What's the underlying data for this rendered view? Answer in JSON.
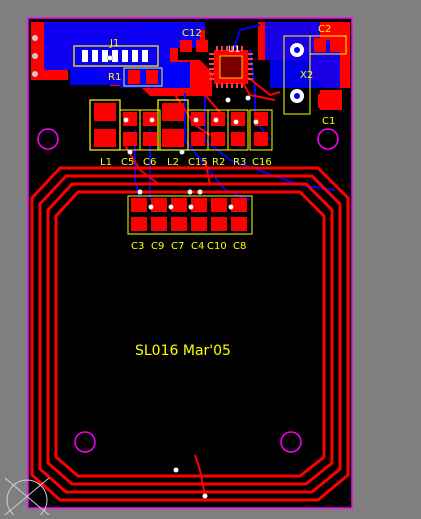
{
  "canvas": {
    "name": "pcb-layout-view"
  },
  "colors": {
    "background": "#7f7f7f",
    "board": "#000000",
    "outline": "#ff00ff",
    "top_copper": "#ff0000",
    "bottom_copper": "#0000ff",
    "silkscreen": "#ffff00",
    "pad_white": "#ffffff"
  },
  "board": {
    "label": "SL016 Mar'05"
  },
  "components": {
    "J1": "J1",
    "R1": "R1",
    "C12": "C12",
    "U1": "U1",
    "C2": "C2",
    "X2": "X2",
    "C1": "C1",
    "L1": "L1",
    "C5": "C5",
    "C6": "C6",
    "L2": "L2",
    "C15": "C15",
    "R2": "R2",
    "R3": "R3",
    "C16": "C16",
    "C3": "C3",
    "C9": "C9",
    "C7": "C7",
    "C4": "C4",
    "C10": "C10",
    "C8": "C8"
  },
  "icons": {
    "origin_marker": "origin-crosshair-icon"
  }
}
